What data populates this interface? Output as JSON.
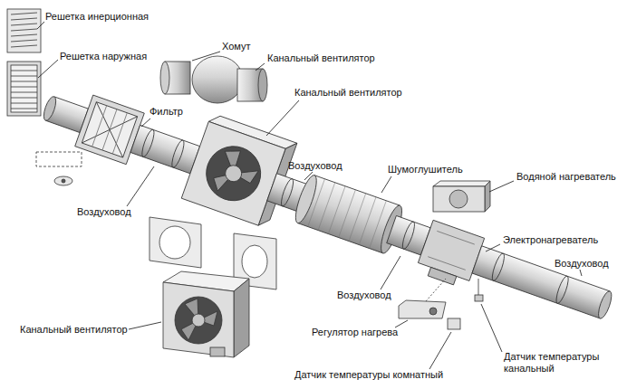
{
  "diagram": {
    "labels": [
      "Решетка инерционная",
      "Решетка наружная",
      "Хомут",
      "Канальный вентилятор",
      "Канальный вентилятор",
      "Фильтр",
      "Воздуховод",
      "Воздуховод",
      "Шумоглушитель",
      "Водяной нагреватель",
      "Электронагреватель",
      "Воздуховод",
      "Воздуховод",
      "Канальный вентилятор",
      "Регулятор нагрева",
      "Датчик температуры канальный",
      "Датчик температуры комнатный"
    ]
  }
}
